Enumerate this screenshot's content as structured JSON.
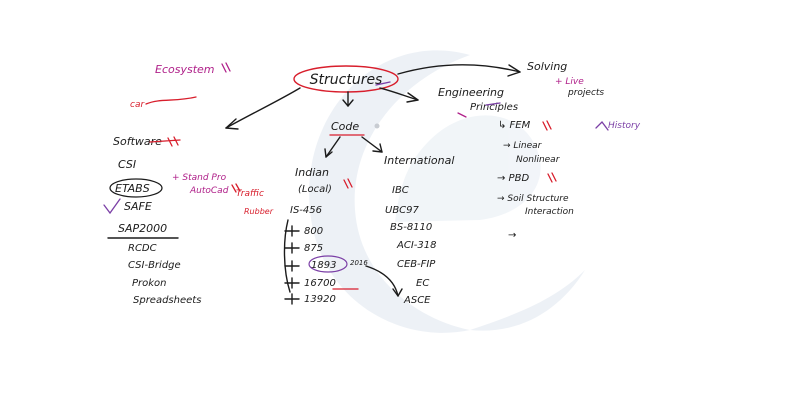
{
  "colors": {
    "ink": "#1b1b1b",
    "red": "#d81e2c",
    "magenta": "#b0218a",
    "purple": "#7b3fa6",
    "watermark": "#dfe6ef"
  },
  "center": {
    "label": "Structures"
  },
  "ecosystem": {
    "label": "Ecosystem"
  },
  "car_note": {
    "label": "car"
  },
  "software": {
    "heading": "Software",
    "items": [
      "CSI",
      "ETABS",
      "SAFE",
      "SAP2000",
      "RCDC",
      "CSI-Bridge",
      "Prokon",
      "Spreadsheets"
    ],
    "note_standpro": "+ Stand Pro",
    "note_autocad": "AutoCad"
  },
  "traffic_note": {
    "line1": "Traffic",
    "line2": "Rubber"
  },
  "code": {
    "label": "Code",
    "indian": {
      "title": "Indian",
      "subtitle": "(Local)",
      "items": [
        "IS-456",
        "800",
        "875",
        "1893",
        "16700",
        "13920"
      ],
      "year_note": "2016"
    },
    "international": {
      "title": "International",
      "items": [
        "IBC",
        "UBC97",
        "BS-8110",
        "ACI-318",
        "CEB-FIP",
        "EC",
        "ASCE"
      ]
    }
  },
  "principles": {
    "title_line1": "Engineering",
    "title_line2": "Principles",
    "fem": "↳ FEM",
    "items": [
      "→ Linear",
      "Nonlinear",
      "→ PBD",
      "→ Soil Structure",
      "Interaction",
      "→"
    ]
  },
  "solving": {
    "label": "Solving",
    "note_line1": "+ Live",
    "note_line2": "projects"
  },
  "history_note": {
    "label": "History"
  }
}
